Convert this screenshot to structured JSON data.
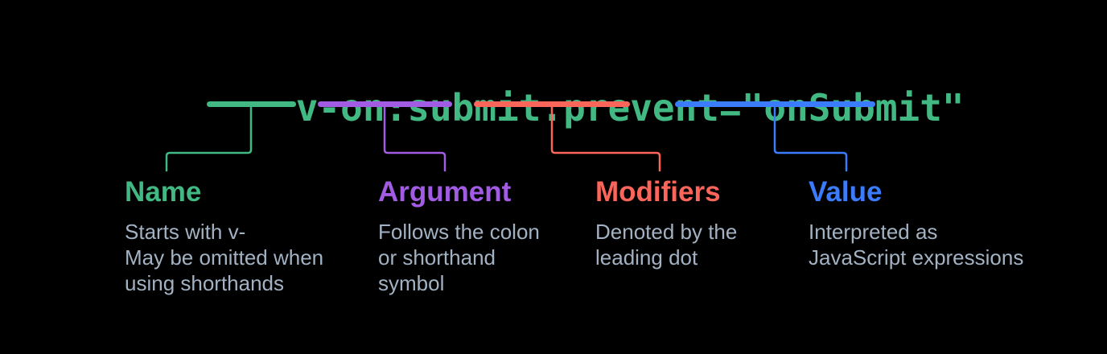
{
  "colors": {
    "background": "#000000",
    "code": "#42b883",
    "name": "#42b883",
    "argument": "#a25ce4",
    "modifiers": "#fb655a",
    "value": "#3b7cfd",
    "description_text": "#a2b2c3"
  },
  "code": {
    "text": "v-on:submit.prevent=\"onSubmit\"",
    "parts": [
      {
        "id": "name",
        "token": "v-on"
      },
      {
        "id": "argument",
        "token": "submit"
      },
      {
        "id": "modifiers",
        "token": "prevent"
      },
      {
        "id": "value",
        "token": "\"onSubmit\""
      }
    ]
  },
  "annotations": {
    "name": {
      "label": "Name",
      "lines": [
        "Starts with v-",
        "May be omitted when",
        "using shorthands"
      ]
    },
    "argument": {
      "label": "Argument",
      "lines": [
        "Follows the colon",
        "or shorthand",
        "symbol"
      ]
    },
    "modifiers": {
      "label": "Modifiers",
      "lines": [
        "Denoted by the",
        "leading dot"
      ]
    },
    "value": {
      "label": "Value",
      "lines": [
        "Interpreted as",
        "JavaScript expressions"
      ]
    }
  }
}
